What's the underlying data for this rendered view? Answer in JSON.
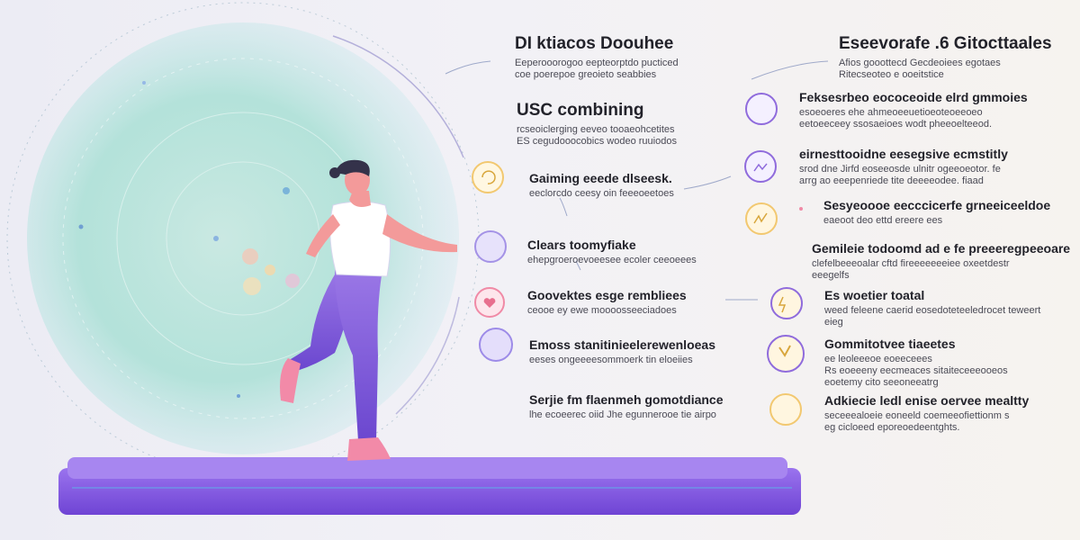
{
  "colors": {
    "accent_purple": "#8f6bdc",
    "accent_teal": "#a8e2d6",
    "accent_gold": "#f2c870",
    "accent_pink": "#f08aa6",
    "mat": "#8a5ee6"
  },
  "sections": {
    "top_center": {
      "title": "DI ktiacos Doouhee",
      "lines": [
        "Eeperooorogoo eepteorptdo pucticed",
        "coe poerepoe greoieto seabbies"
      ]
    },
    "top_right": {
      "title": "Eseevorafe .6 Gitocttaales",
      "lines": [
        "Afios gooottecd Gecdeoiees egotaes",
        "Ritecseoteo e ooeitstice"
      ]
    },
    "usc": {
      "title": "USC combining",
      "lines": [
        "rcseoiclerging eeveo tooaeohcetites",
        "ES cegudooocobics wodeo ruuiodos"
      ]
    }
  },
  "left_items": [
    {
      "title": "Gaiming eeede dlseesk.",
      "desc": "eeclorcdo ceesy oin feeeoeetoes",
      "icon": "rotate-icon"
    },
    {
      "title": "Clears toomyfiake",
      "desc": "ehepgroeroevoeesee ecoler ceeoeees",
      "icon": "circle-icon"
    },
    {
      "title": "Goovektes esge rembliees",
      "desc": "ceooe ey ewe moooosseeciadoes",
      "icon": "heart-icon"
    },
    {
      "title": "Emoss stanitinieelerewenloeas",
      "desc": "eeses ongeeeesommoerk tin eloeiies",
      "icon": "moon-icon"
    },
    {
      "title": "Serjie fm flaenmeh gomotdiance",
      "desc": "lhe ecoeerec oiid Jhe egunnerooe tie airpo",
      "icon": "none"
    }
  ],
  "right_items": [
    {
      "title": "Feksesrbeo eococeoide elrd gmmoies",
      "lines": [
        "esoeoeres ehe ahmeoeeuetioeoteoeeoeo",
        "eetoeeceey ssosaeioes wodt pheeoelteeod."
      ],
      "icon": "hand-icon"
    },
    {
      "title": "eirnesttooidne eesegsive ecmstitly",
      "lines": [
        "srod dne Jirfd eoseeosde ulnitr ogeeoeotor. fe",
        "arrg ao eeepenriede tite deeeeodee. fiaad"
      ],
      "icon": "chart-icon"
    },
    {
      "title": "Sesyeoooe eecccicerfe grneeiceeldoe",
      "lines": [
        "eaeoot deo ettd ereere ees"
      ],
      "icon": "pulse-icon"
    },
    {
      "title": "Gemileie todoomd ad e fe preeeregpeeoare",
      "lines": [
        "clefelbeeeoalar cftd fireeeeeeeiee oxeetdestr",
        "eeegelfs"
      ],
      "icon": "none"
    },
    {
      "title": "Es woetier toatal",
      "lines": [
        "weed feleene caerid eosedoteteeledrocet teweert",
        "eieg"
      ],
      "icon": "bolt-icon"
    },
    {
      "title": "Gommitotvee tiaeetes",
      "lines": [
        "ee leoleeeoe eoeeceees",
        "Rs eoeeeny eecmeaces sitaiteceeeooeos",
        "eoetemy cito seeoneeatrg"
      ],
      "icon": "clock-icon"
    },
    {
      "title": "Adkiecie ledl enise oervee mealtty",
      "lines": [
        "seceeealoeie eoneeld coemeeofiettionm s",
        "eg cicloeed eporeoedeentghts."
      ],
      "icon": "hand2-icon"
    }
  ]
}
